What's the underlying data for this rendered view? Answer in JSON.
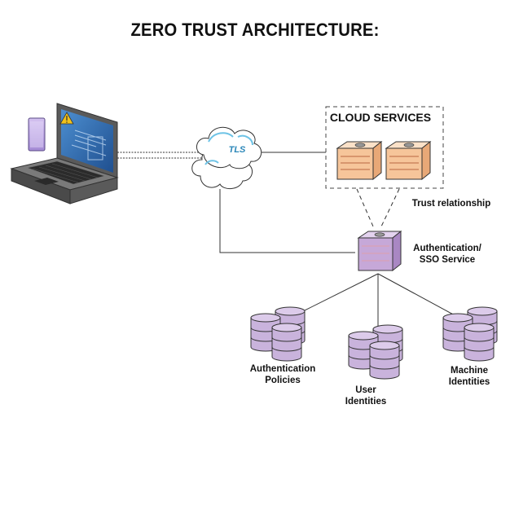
{
  "title": "ZERO TRUST ARCHITECTURE:",
  "cloud_services": {
    "label": "CLOUD SERVICES"
  },
  "tls_label": "TLS",
  "trust_label": "Trust relationship",
  "auth_service": {
    "line1": "Authentication/",
    "line2": "SSO Service"
  },
  "databases": [
    {
      "line1": "Authentication",
      "line2": "Policies"
    },
    {
      "line1": "User",
      "line2": "Identities"
    },
    {
      "line1": "Machine",
      "line2": "Identities"
    }
  ],
  "colors": {
    "server_peach": "#f6c59a",
    "server_peach_dark": "#e8a877",
    "auth_purple": "#c6a8d8",
    "db_purple": "#c9b3dc",
    "db_stroke": "#333333",
    "cloud_fill": "#ffffff",
    "cloud_accent": "#6ec3e6",
    "laptop_body": "#6f6f6f",
    "laptop_screen": "#2f6fb5",
    "phone": "#b9a2e0",
    "warning": "#f2c21b"
  },
  "icons": [
    "laptop-icon",
    "phone-icon",
    "warning-icon",
    "cloud-icon",
    "server-icon",
    "database-icon"
  ]
}
